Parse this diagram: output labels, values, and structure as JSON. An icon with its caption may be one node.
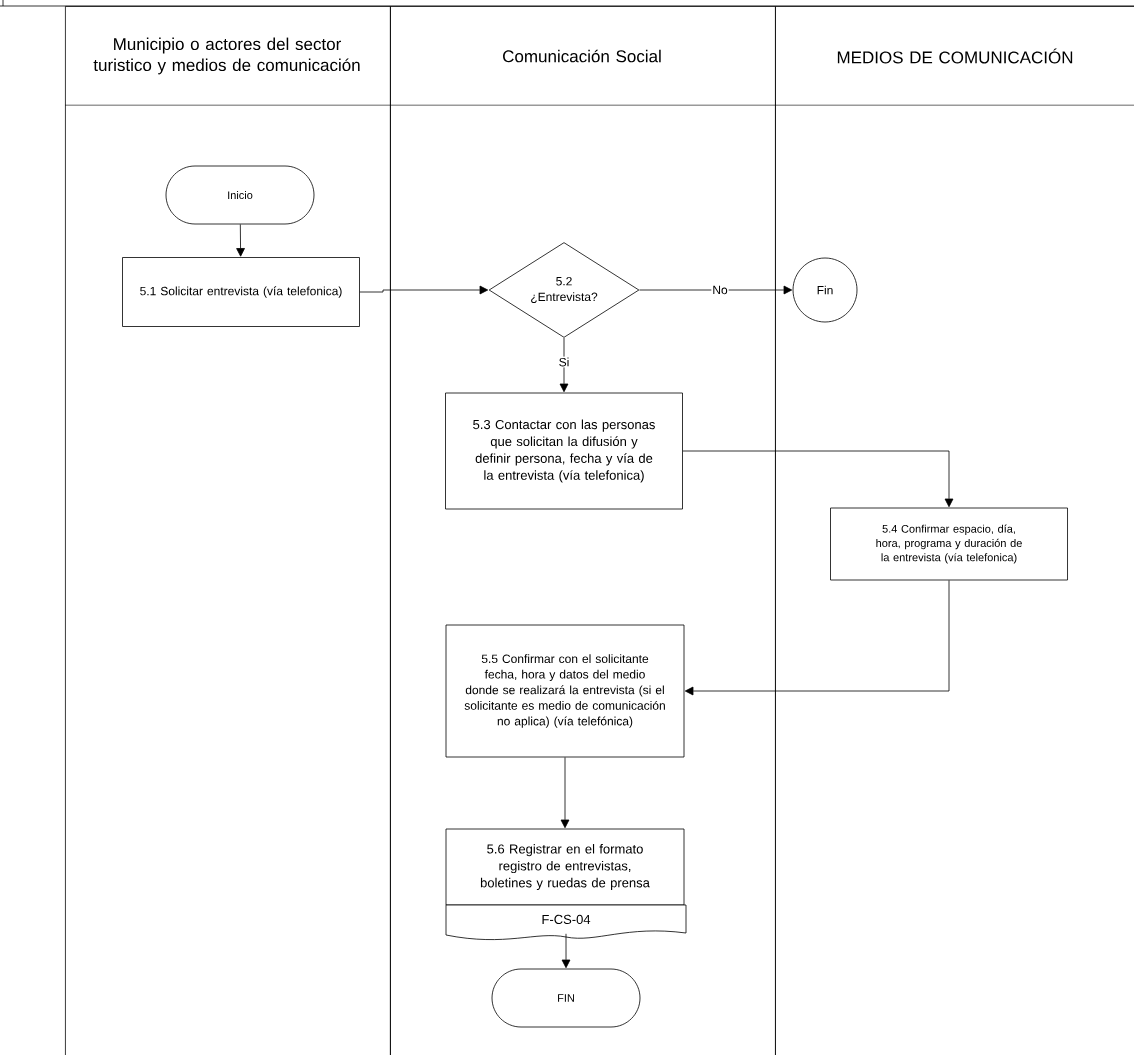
{
  "diagram": {
    "nodes": [
      {
        "text": [
          "Municipio o actores del sector turistico y medios de comunicación"
        ]
      },
      {
        "text": [
          "Comunicación Social"
        ]
      },
      {
        "text": [
          "MEDIOS DE COMUNICACIÓN"
        ]
      },
      {
        "text": [
          "Inicio"
        ],
        "in": 0
      },
      {
        "text": [
          "5.1 Solicitar entrevista (vía telefonica)"
        ],
        "in": 0
      },
      {
        "text": [
          "5.2 ¿Entrevista?"
        ],
        "in": 1
      },
      {
        "text": [
          "Fin"
        ],
        "in": 2
      },
      {
        "text": [
          "5.3 Contactar con las personas  que solicitan la difusión y definir persona, fecha y vía de la entrevista (vía telefonica)"
        ],
        "in": 1
      },
      {
        "text": [
          "5.4 Confirmar espacio, día, hora, programa y duración de la entrevista (vía telefonica)"
        ],
        "in": 2
      },
      {
        "text": [
          "5.5 Confirmar con el solicitante fecha, hora y datos del medio donde se realizará la entrevista (si el solicitante es medio de comunicación no aplica) (vía telefónica)"
        ],
        "in": 1
      },
      {
        "text": [
          "5.6 Registrar en el formato registro de entrevistas, boletines y ruedas de prensa"
        ],
        "in": 1
      },
      {
        "text": [
          "F-CS-04"
        ],
        "in": 1
      },
      {
        "text": [
          "FIN"
        ],
        "in": 1
      }
    ],
    "edges": [
      {
        "from": 3,
        "to": 4,
        "arrow": "to"
      },
      {
        "from": 4,
        "to": 5,
        "arrow": "to"
      },
      {
        "from": 5,
        "to": 6,
        "arrow": "to",
        "label": "No"
      },
      {
        "from": 5,
        "to": 7,
        "arrow": "to",
        "label": "Si"
      },
      {
        "from": 7,
        "to": 8,
        "arrow": "to"
      },
      {
        "from": 8,
        "to": 9,
        "arrow": "to"
      },
      {
        "from": 9,
        "to": 10,
        "arrow": "to"
      },
      {
        "from": 11,
        "to": 12,
        "arrow": "to"
      }
    ]
  }
}
